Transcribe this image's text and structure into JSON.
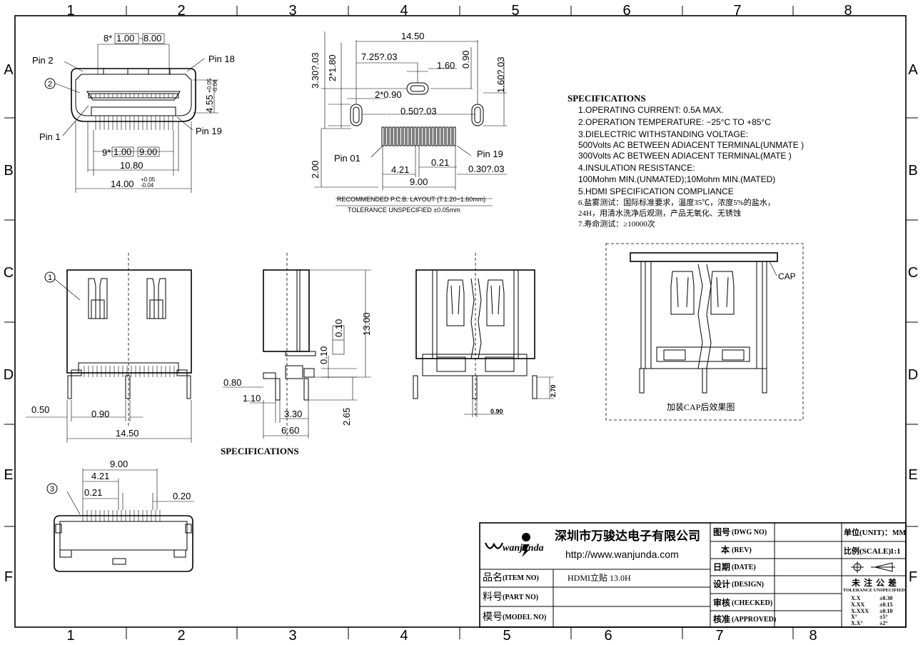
{
  "frame": {
    "cols": [
      "1",
      "2",
      "3",
      "4",
      "5",
      "6",
      "7",
      "8"
    ],
    "rows": [
      "A",
      "B",
      "C",
      "D",
      "E",
      "F"
    ]
  },
  "top_view": {
    "pin2": "Pin  2",
    "pin18": "Pin  18",
    "pin1": "Pin  1",
    "pin19": "Pin  19",
    "balloon": "2",
    "dim_pitch_top_prefix": "8*",
    "dim_pitch_top_a": "1.00",
    "dim_pitch_top_b": "8.00",
    "dim_pitch_bot_prefix": "9*",
    "dim_pitch_bot_a": "1.00",
    "dim_pitch_bot_b": "9.00",
    "dim_10_80": "10.80",
    "dim_14_00": "14.00",
    "dim_14_00_tol_up": "+0.05",
    "dim_14_00_tol_dn": "-0.04",
    "dim_4_55": "4.55",
    "dim_4_55_tol_up": "+0.05",
    "dim_4_55_tol_dn": "-0.04"
  },
  "pcb_layout": {
    "dim_14_50": "14.50",
    "dim_7_25": "7.25?.03",
    "dim_1_60": "1.60",
    "dim_0_90": "0.90",
    "dim_3_30": "3.30?.03",
    "dim_2x1_80": "2*1.80",
    "dim_1_60b": "1.60?.03",
    "dim_2x0_90": "2*0.90",
    "dim_0_50": "0.50?.03",
    "pin01": "Pin  01",
    "pin19": "Pin  19",
    "dim_2_00": "2.00",
    "dim_4_21": "4.21",
    "dim_0_21": "0.21",
    "dim_0_30": "0.30?.03",
    "dim_9_00": "9.00",
    "note1": "RECOMMENDED    P.C.B.  LAYOUT  (T:1.20~1.60mm)",
    "note2": "TOLERANCE  UNSPECIFIED  ±0.05mm"
  },
  "specs": {
    "title": "SPECIFICATIONS",
    "lines": [
      "1.OPERATING  CURRENT:  0.5A  MAX.",
      "2.OPERATION  TEMPERATURE:  −25°C  TO  +85°C",
      "3.DIELECTRIC  WITHSTANDING  VOLTAGE:",
      "   500Volts  AC  BETWEEN  ADIACENT  TERMINAL(UNMATE  )",
      "   300Volts  AC  BETWEEN  ADIACENT  TERMINAL(MATE  )",
      "4.INSULATION  RESISTANCE:",
      "   100Mohm  MIN.(UNMATED);10Mohm  MIN.(MATED)",
      "5.HDMI  SPECIFICATION  COMPLIANCE",
      "6.盐雾测试：国际标准要求，温度35℃，浓度5%的盐水，",
      "   24H，用清水洗净后观测，产品无氧化、无锈蚀",
      "7.寿命测试：≥10000次"
    ]
  },
  "front_view": {
    "balloon": "1",
    "dim_0_50": "0.50",
    "dim_0_90": "0.90",
    "dim_14_50": "14.50"
  },
  "side_view": {
    "dim_0_80": "0.80",
    "dim_1_10": "1.10",
    "dim_3_30": "3.30",
    "dim_6_60": "6.60",
    "dim_2_65": "2.65",
    "dim_13_00": "13.00",
    "dim_0_10": "0.10",
    "dim_0_10_box": "0.10",
    "specs_label": "SPECIFICATIONS"
  },
  "section_view": {
    "dim_2_70": "2.70",
    "dim_0_90": "0.90"
  },
  "cap_view": {
    "cap": "CAP",
    "caption": "加装CAP后效果图"
  },
  "bottom_view": {
    "balloon": "3",
    "dim_9_00": "9.00",
    "dim_4_21": "4.21",
    "dim_0_21": "0.21",
    "dim_0_20": "0.20"
  },
  "title_block": {
    "company": "深圳市万骏达电子有限公司",
    "url": "http://www.wanjunda.com",
    "logo": "wanjunda",
    "item_label": "品名",
    "item_label_en": "(ITEM NO)",
    "item_value": "HDMI立贴 13.0H",
    "part_label": "料号",
    "part_label_en": "(PART NO)",
    "model_label": "模号",
    "model_label_en": "(MODEL NO)",
    "dwg_label": "图号",
    "dwg_label_en": "(DWG NO)",
    "rev_label": "本",
    "rev_label_en": "(REV)",
    "date_label": "日期",
    "date_label_en": "(DATE)",
    "design_label": "设计",
    "design_label_en": "(DESIGN)",
    "check_label": "审核",
    "check_label_en": "(CHECKED)",
    "approve_label": "核准",
    "approve_label_en": "(APPROVED)",
    "unit_label": "单位(UNIT)：",
    "unit_value": "MM",
    "scale_label": "比例(SCALE)",
    "scale_value": "1:1",
    "tol_title": "未 注 公 差",
    "tol_sub": "TOLERANCE UNSPECIFIED",
    "tol_rows": [
      {
        "k": "X.X",
        "v": "±0.30"
      },
      {
        "k": "X.XX",
        "v": "±0.15"
      },
      {
        "k": "X.XXX",
        "v": "±0.10"
      },
      {
        "k": "X°",
        "v": "±5°"
      },
      {
        "k": "X.X°",
        "v": "±2°"
      }
    ]
  }
}
